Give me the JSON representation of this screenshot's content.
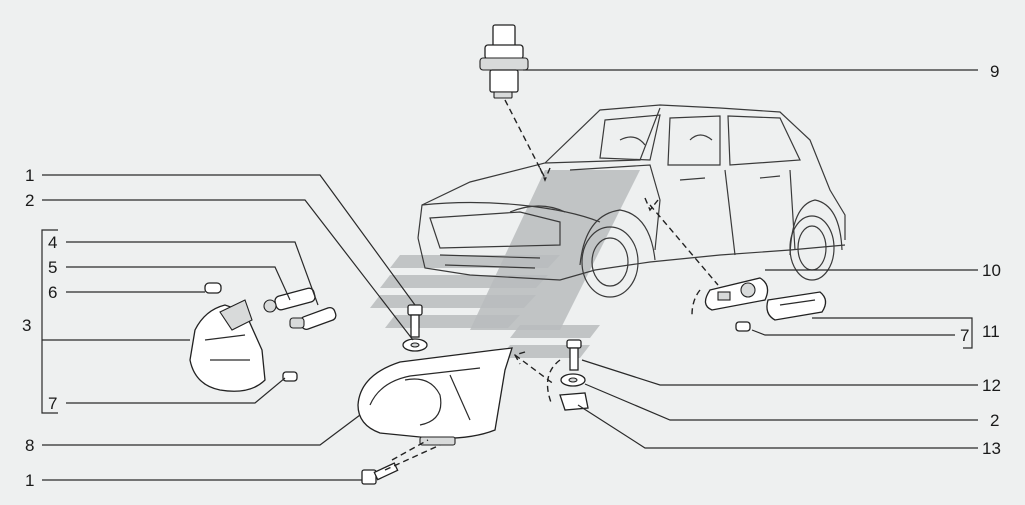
{
  "labels": {
    "l1_top": "1",
    "l2_left": "2",
    "l3": "3",
    "l4": "4",
    "l5": "5",
    "l6": "6",
    "l7_left": "7",
    "l8": "8",
    "l1_bottom": "1",
    "l9": "9",
    "l10": "10",
    "l7_right": "7",
    "l11": "11",
    "l12": "12",
    "l2_right": "2",
    "l13": "13"
  },
  "colors": {
    "background": "#eef0f0",
    "line": "#222222",
    "watermark": "#b9bcbd"
  }
}
